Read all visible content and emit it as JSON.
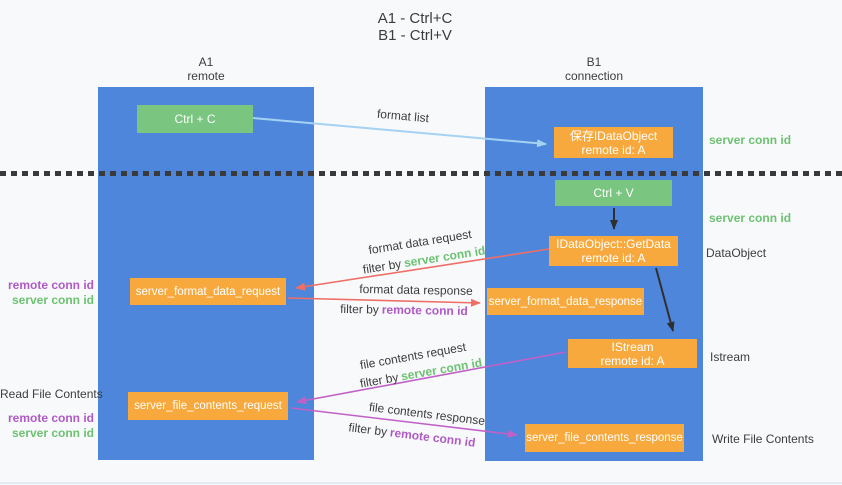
{
  "title": {
    "line1": "A1 - Ctrl+C",
    "line2": "B1 - Ctrl+V"
  },
  "lanes": {
    "left": {
      "name": "A1",
      "subtitle": "remote"
    },
    "right": {
      "name": "B1",
      "subtitle": "connection"
    }
  },
  "nodes": {
    "ctrl_c": {
      "label": "Ctrl + C"
    },
    "ctrl_v": {
      "label": "Ctrl + V"
    },
    "save_dataobject": {
      "line1": "保存IDataObject",
      "line2": "remote id: A"
    },
    "getdata": {
      "line1": "IDataObject::GetData",
      "line2": "remote id: A"
    },
    "istream": {
      "line1": "IStream",
      "line2": "remote id: A"
    },
    "format_request": {
      "label": "server_format_data_request"
    },
    "format_response": {
      "label": "server_format_data_response"
    },
    "file_request": {
      "label": "server_file_contents_request"
    },
    "file_response": {
      "label": "server_file_contents_response"
    }
  },
  "arrow_labels": {
    "format_list": "format list",
    "format_data": {
      "request": "format data request",
      "request_filter": {
        "prefix": "filter by",
        "key": "server conn id"
      },
      "response": "format data response",
      "response_filter": {
        "prefix": "filter by",
        "key": "remote conn id"
      }
    },
    "file_contents": {
      "request": "file contents request",
      "request_filter": {
        "prefix": "filter by",
        "key": "server conn id"
      },
      "response": "file contents response",
      "response_filter": {
        "prefix": "filter by",
        "key": "remote conn id"
      }
    }
  },
  "side_labels": {
    "left": [
      {
        "text": "remote conn id",
        "color": "purple"
      },
      {
        "text": "server conn id",
        "color": "green"
      },
      {
        "text": "Read File Contents",
        "color": "dark"
      },
      {
        "text": "remote conn id",
        "color": "purple"
      },
      {
        "text": "server conn id",
        "color": "green"
      }
    ],
    "right": [
      {
        "text": "server conn id",
        "color": "green"
      },
      {
        "text": "server conn id",
        "color": "green"
      },
      {
        "text": "DataObject",
        "color": "dark"
      },
      {
        "text": "Istream",
        "color": "dark"
      },
      {
        "text": "Write File Contents",
        "color": "dark"
      }
    ]
  },
  "colors": {
    "column_blue": "#4e86db",
    "box_green": "#7ac580",
    "box_orange": "#f7a93e",
    "arrow_blue": "#a5d2f2",
    "arrow_red": "#ee6f66",
    "arrow_magenta": "#c161c8",
    "arrow_black": "#2f2f2f",
    "dash_color": "#3a3a3a",
    "text_dark": "#3d3d3d",
    "green_text": "#6cc271",
    "purple_text": "#b05ac6"
  }
}
